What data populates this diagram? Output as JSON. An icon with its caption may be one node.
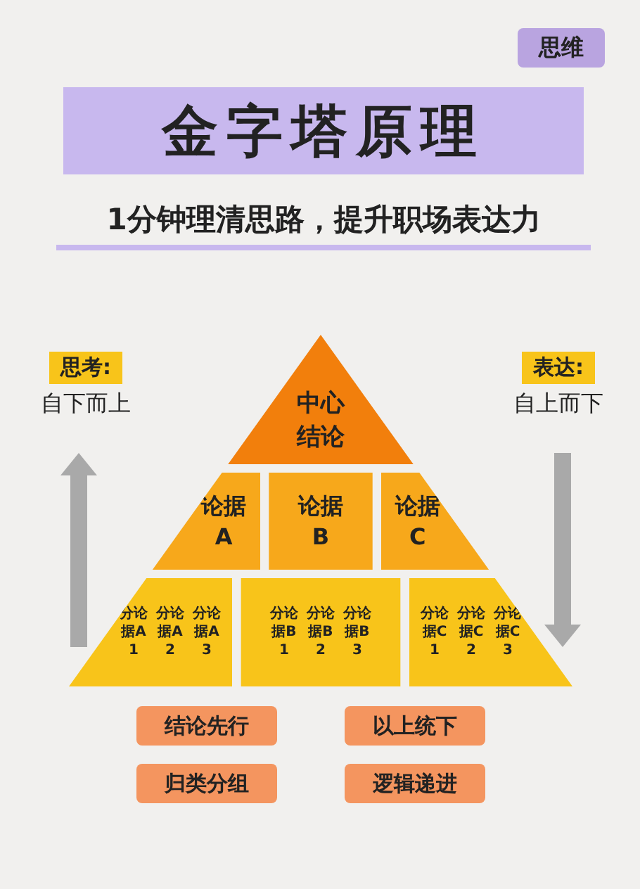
{
  "diagram": {
    "title": "金字塔原理",
    "nodes": [
      {
        "text": [
          "思维"
        ]
      },
      {
        "text": [
          "思考:"
        ],
        "beside": [
          "自下而上"
        ]
      },
      {
        "text": [
          "表达:"
        ],
        "beside": [
          "自上而下"
        ]
      },
      {
        "text": [
          "中心结论"
        ]
      },
      {
        "text": [
          "论据A"
        ]
      },
      {
        "text": [
          "论据B"
        ]
      },
      {
        "text": [
          "论据C"
        ]
      },
      {
        "text": [
          "分论据A1",
          "分论据A2",
          "分论据A3"
        ]
      },
      {
        "text": [
          "分论据B1",
          "分论据B2",
          "分论据B3"
        ]
      },
      {
        "text": [
          "分论据C1",
          "分论据C2",
          "分论据C3"
        ]
      },
      {
        "text": [
          "结论先行"
        ]
      },
      {
        "text": [
          "以上统下"
        ]
      },
      {
        "text": [
          "归类分组"
        ]
      },
      {
        "text": [
          "逻辑递进"
        ]
      }
    ],
    "labels": [
      "1分钟理清思路，提升职场表达力"
    ]
  }
}
